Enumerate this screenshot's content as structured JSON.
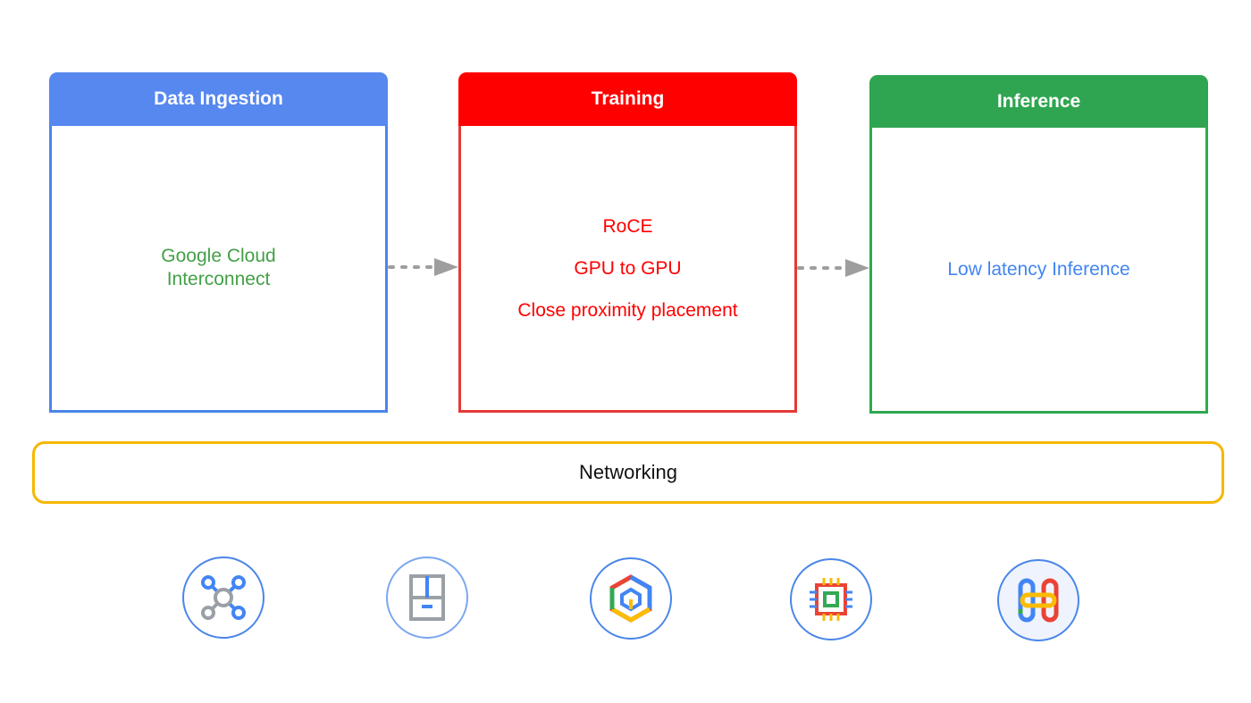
{
  "stages": [
    {
      "id": "ingest",
      "title": "Data Ingestion",
      "lines": [
        "Google Cloud",
        "Interconnect"
      ],
      "header_color": "#5688ef",
      "border_color": "#4a86e8",
      "text_color": "#43a047"
    },
    {
      "id": "train",
      "title": "Training",
      "lines": [
        "RoCE",
        "GPU to GPU",
        "Close proximity placement"
      ],
      "header_color": "#ff0000",
      "border_color": "#e53935",
      "text_color": "#ff0000"
    },
    {
      "id": "infer",
      "title": "Inference",
      "lines": [
        "Low latency Inference"
      ],
      "header_color": "#30a551",
      "border_color": "#2fa84f",
      "text_color": "#4285f4"
    }
  ],
  "networking": {
    "label": "Networking",
    "border_color": "#f6b700"
  },
  "icons": [
    "network-topology-icon",
    "storage-cabinet-icon",
    "cloud-hexagon-icon",
    "chip-icon",
    "interconnect-link-icon"
  ]
}
